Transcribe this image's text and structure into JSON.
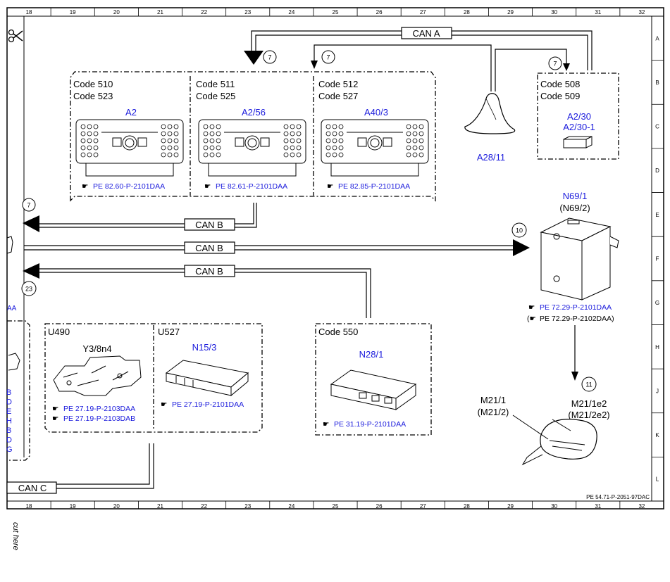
{
  "grid": {
    "columns": [
      "18",
      "19",
      "20",
      "21",
      "22",
      "23",
      "24",
      "25",
      "26",
      "27",
      "28",
      "29",
      "30",
      "31",
      "32"
    ],
    "rows": [
      "A",
      "B",
      "C",
      "D",
      "E",
      "F",
      "G",
      "H",
      "J",
      "K",
      "L"
    ]
  },
  "bus": {
    "can_a": "CAN A",
    "can_b_1": "CAN B",
    "can_b_2": "CAN B",
    "can_b_3": "CAN B",
    "can_c": "CAN C"
  },
  "markers": {
    "m7_a": "7",
    "m7_b": "7",
    "m7_c": "7",
    "m7_d": "7",
    "m10": "10",
    "m11": "11",
    "m23": "23"
  },
  "units": {
    "radio1": {
      "code1": "Code 510",
      "code2": "Code 523",
      "id": "A2",
      "ref": "PE 82.60-P-2101DAA"
    },
    "radio2": {
      "code1": "Code 511",
      "code2": "Code 525",
      "id": "A2/56",
      "ref": "PE 82.61-P-2101DAA"
    },
    "radio3": {
      "code1": "Code 512",
      "code2": "Code 527",
      "id": "A40/3",
      "ref": "PE 82.85-P-2101DAA"
    },
    "antenna": {
      "id": "A28/11"
    },
    "code508": {
      "code1": "Code 508",
      "code2": "Code 509",
      "id1": "A2/30",
      "id2": "A2/30-1"
    },
    "n69": {
      "id": "N69/1",
      "id2": "(N69/2)",
      "ref1": "PE 72.29-P-2101DAA",
      "ref2": "PE 72.29-P-2102DAA)"
    },
    "u490": {
      "title": "U490",
      "id": "Y3/8n4",
      "ref1": "PE 27.19-P-2103DAA",
      "ref2": "PE 27.19-P-2103DAB"
    },
    "u527": {
      "title": "U527",
      "id": "N15/3",
      "ref": "PE 27.19-P-2101DAA"
    },
    "code550": {
      "code": "Code 550",
      "id": "N28/1",
      "ref": "PE 31.19-P-2101DAA"
    },
    "mirror": {
      "m1": "M21/1",
      "m2": "(M21/2)",
      "e1": "M21/1e2",
      "e2": "(M21/2e2)"
    }
  },
  "left_edge": {
    "aa": "AA",
    "letters": [
      "B",
      "D",
      "E",
      "H",
      "B",
      "D",
      "G"
    ]
  },
  "footer": {
    "page_ref": "PE 54.71-P-2051-97DAC",
    "cut_here": "cut here"
  },
  "colors": {
    "blue_text": "#1a1adc",
    "line": "#000000"
  }
}
